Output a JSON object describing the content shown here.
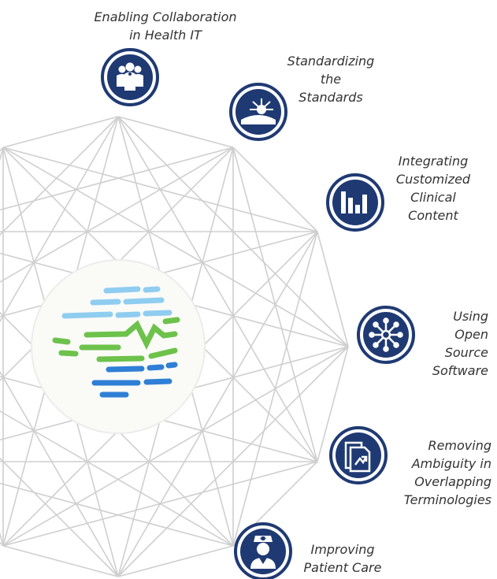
{
  "colors": {
    "badge": "#1f3a73",
    "lines": "#cfcfcf",
    "globe_light_blue": "#8fcdf0",
    "globe_green": "#6cc24a",
    "globe_blue": "#2f7fd6"
  },
  "pillars": [
    {
      "lines": [
        "Enabling Collaboration",
        "in Health IT"
      ],
      "icon": "people-group-icon"
    },
    {
      "lines": [
        "Standardizing",
        "the",
        "Standards"
      ],
      "icon": "sunrise-icon"
    },
    {
      "lines": [
        "Integrating",
        "Customized",
        "Clinical",
        "Content"
      ],
      "icon": "bar-chart-icon"
    },
    {
      "lines": [
        "Using",
        "Open",
        "Source",
        "Software"
      ],
      "icon": "network-hub-icon"
    },
    {
      "lines": [
        "Removing",
        "Ambiguity in",
        "Overlapping",
        "Terminologies"
      ],
      "icon": "documents-icon"
    },
    {
      "lines": [
        "Improving",
        "Patient Care"
      ],
      "icon": "nurse-icon"
    }
  ]
}
